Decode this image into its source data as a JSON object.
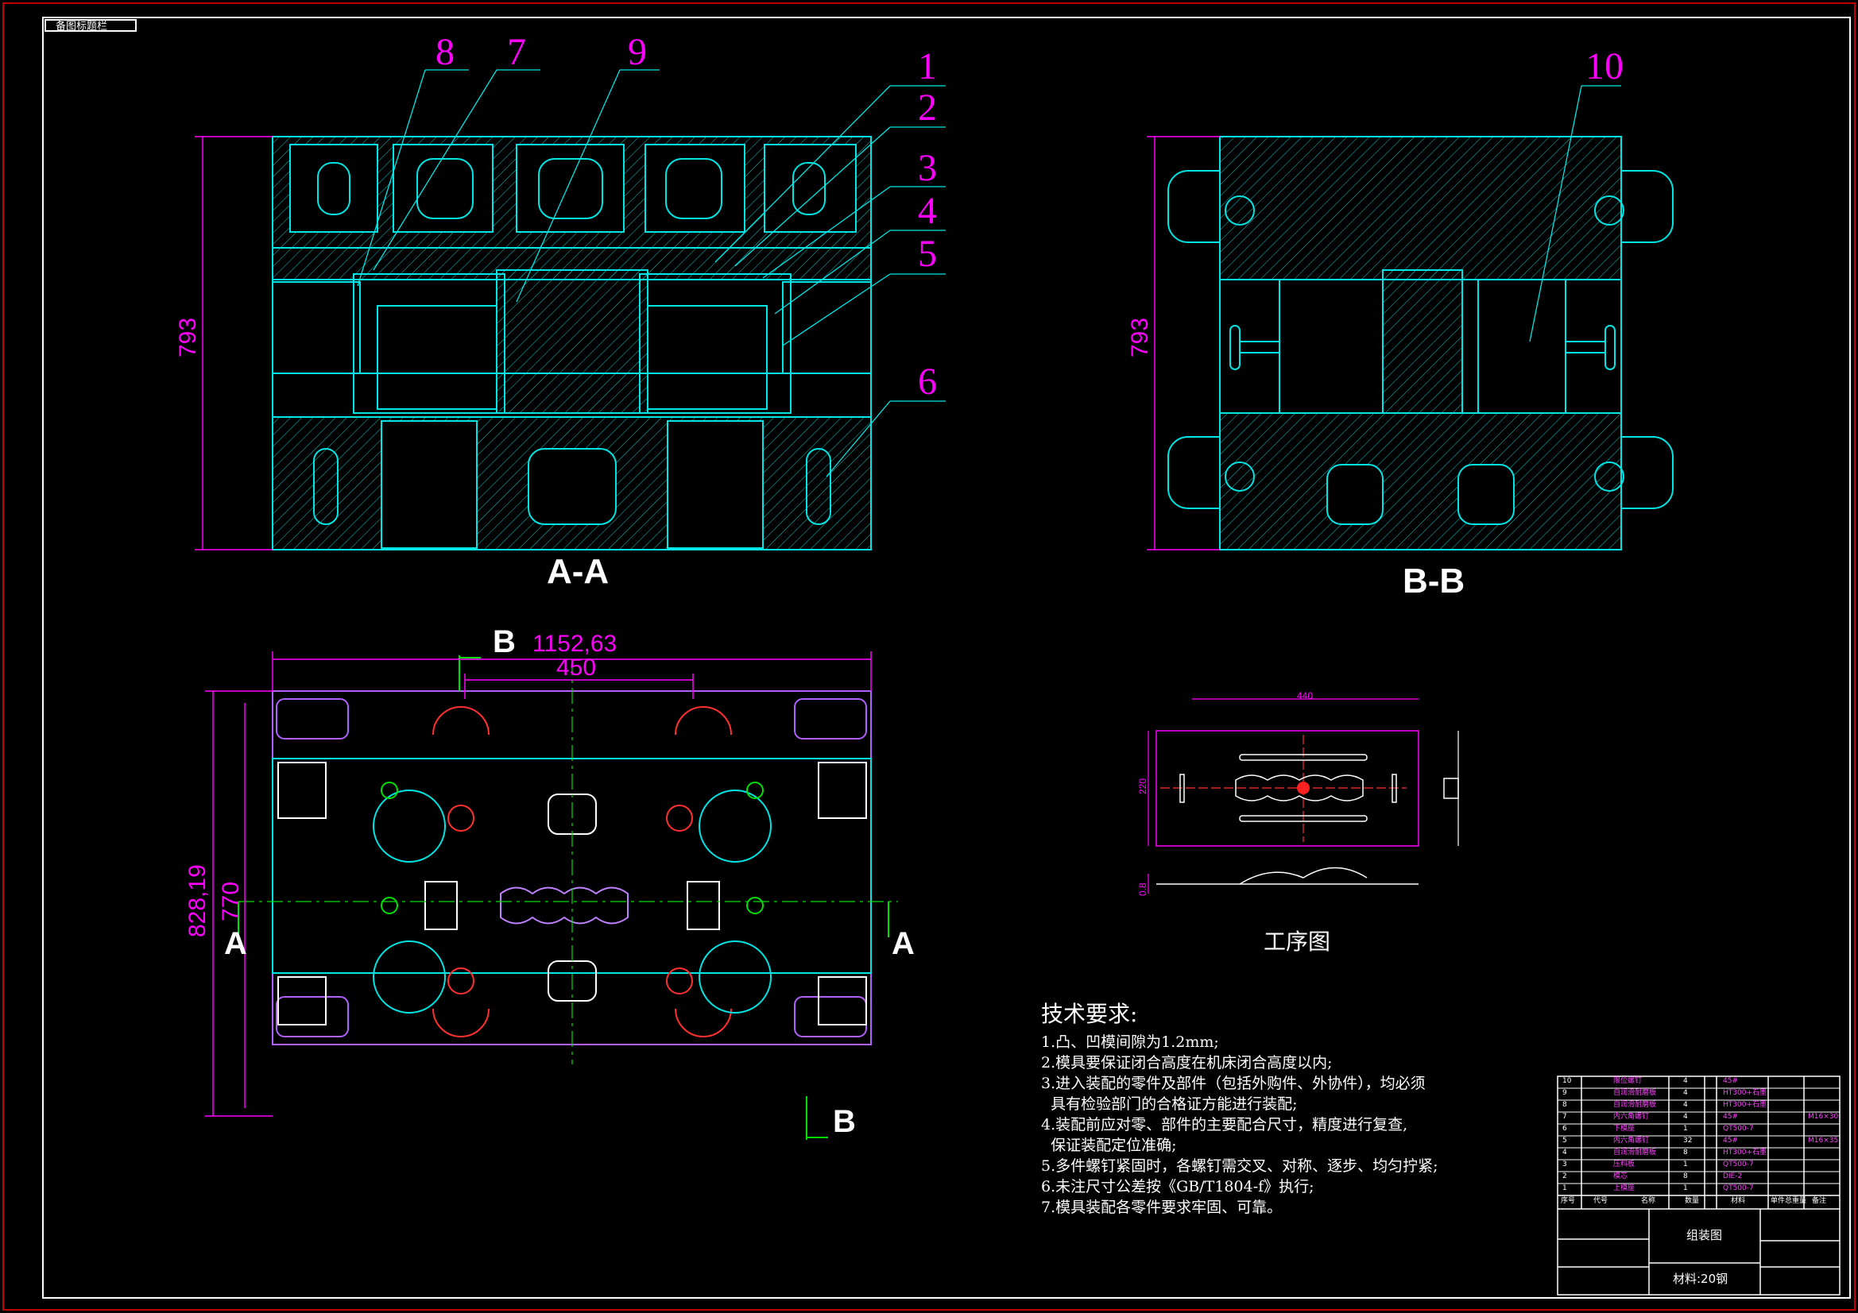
{
  "corner_label": "备图标题栏",
  "sections": {
    "aa": "A-A",
    "bb": "B-B",
    "cut_b_top": "B",
    "cut_b_bottom": "B",
    "cut_a_left": "A",
    "cut_a_right": "A"
  },
  "dimensions": {
    "aa_height": "793",
    "bb_height": "793",
    "plan_width": "1152,63",
    "plan_inner": "450",
    "plan_depth": "828,19",
    "plan_inner_depth": "770",
    "proc_width": "440",
    "proc_depth": "220",
    "proc_thick": "0.8"
  },
  "balloons": [
    "1",
    "2",
    "3",
    "4",
    "5",
    "6",
    "7",
    "8",
    "9",
    "10"
  ],
  "process_title": "工序图",
  "requirements": {
    "title": "技术要求:",
    "items": [
      "1.凸、凹模间隙为1.2mm;",
      "2.模具要保证闭合高度在机床闭合高度以内;",
      "3.进入装配的零件及部件（包括外购件、外协件），均必须",
      "  具有检验部门的合格证方能进行装配;",
      "4.装配前应对零、部件的主要配合尺寸，精度进行复查,",
      "  保证装配定位准确;",
      "5.多件螺钉紧固时，各螺钉需交叉、对称、逐步、均匀拧紧;",
      "6.未注尺寸公差按《GB/T1804-f》执行;",
      "7.模具装配各零件要求牢固、可靠。"
    ]
  },
  "bom": {
    "rows": [
      {
        "no": "10",
        "name": "限位螺钉",
        "qty": "4",
        "mat": "45#",
        "note": ""
      },
      {
        "no": "9",
        "name": "自润滑耐磨板",
        "qty": "4",
        "mat": "HT300+石墨",
        "note": ""
      },
      {
        "no": "8",
        "name": "自润滑耐磨板",
        "qty": "4",
        "mat": "HT300+石墨",
        "note": ""
      },
      {
        "no": "7",
        "name": "内六角螺钉",
        "qty": "4",
        "mat": "45#",
        "note": "M16×30"
      },
      {
        "no": "6",
        "name": "下模座",
        "qty": "1",
        "mat": "QT500-7",
        "note": ""
      },
      {
        "no": "5",
        "name": "内六角螺钉",
        "qty": "32",
        "mat": "45#",
        "note": "M16×35"
      },
      {
        "no": "4",
        "name": "自润滑耐磨板",
        "qty": "8",
        "mat": "HT300+石墨",
        "note": ""
      },
      {
        "no": "3",
        "name": "压料板",
        "qty": "1",
        "mat": "QT500-7",
        "note": ""
      },
      {
        "no": "2",
        "name": "模芯",
        "qty": "8",
        "mat": "DIE-2",
        "note": ""
      },
      {
        "no": "1",
        "name": "上模座",
        "qty": "1",
        "mat": "QT500-7",
        "note": ""
      }
    ],
    "headers": [
      "序号",
      "代号",
      "名称",
      "数量",
      "材料",
      "单件总重量",
      "备注"
    ],
    "title": "组装图",
    "material": "材料:20钢"
  }
}
